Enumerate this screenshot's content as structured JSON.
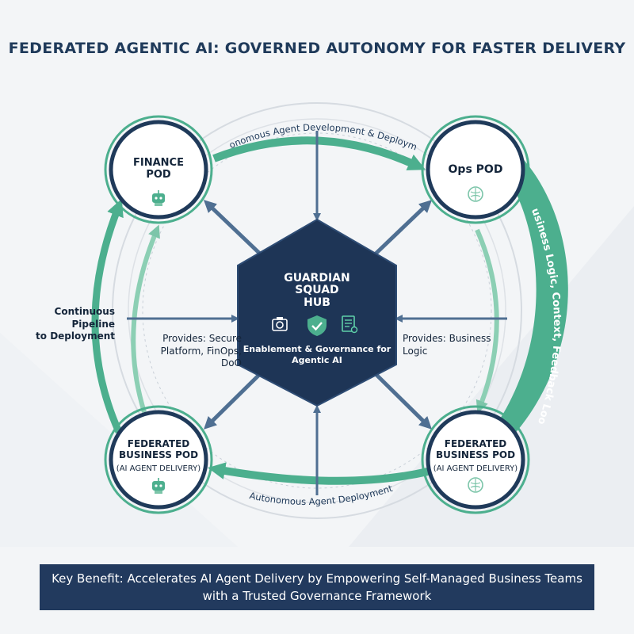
{
  "title": "FEDERATED AGENTIC AI: GOVERNED AUTONOMY FOR FASTER DELIVERY",
  "hub": {
    "title_lines": [
      "GUARDIAN",
      "SQUAD",
      "HUB"
    ],
    "subtitle_lines": [
      "Enablement & Governance for",
      "Agentic AI"
    ],
    "icons": [
      "camera-icon",
      "shield-check-icon",
      "document-icon"
    ]
  },
  "pods": {
    "finance": {
      "lines": [
        "FINANCE",
        "POD"
      ],
      "icon": "robot-icon"
    },
    "ops": {
      "lines": [
        "Ops POD"
      ],
      "icon": "brain-icon"
    },
    "business_left": {
      "lines": [
        "FEDERATED",
        "BUSINESS POD"
      ],
      "sub": "(AI AGENT DELIVERY)",
      "icon": "robot-icon"
    },
    "business_right": {
      "lines": [
        "FEDERATED",
        "BUSINESS POD"
      ],
      "sub": "(AI AGENT DELIVERY)",
      "icon": "brain-icon"
    }
  },
  "labels": {
    "top_arc": "Autonomous Agent Development & Deployment",
    "bottom_arc": "Autonomous Agent Deployment",
    "right_arc": "Business Logic, Context, Feedback Loop",
    "left_pipeline": [
      "Continuous Pipeline",
      "to Deployment"
    ],
    "provides_left": [
      "Provides: Secure",
      "Platform, FinOps, DoO"
    ],
    "provides_right": [
      "Provides: Business",
      "Logic"
    ]
  },
  "banner": {
    "lines": [
      "Key Benefit: Accelerates AI Agent Delivery by Empowering Self-Managed Business Teams",
      "with a Trusted Governance Framework"
    ]
  },
  "colors": {
    "navy": "#223a5e",
    "teal": "#4caf8e",
    "hub_dark": "#1e3556",
    "arrow_blue": "#4f6f92"
  }
}
